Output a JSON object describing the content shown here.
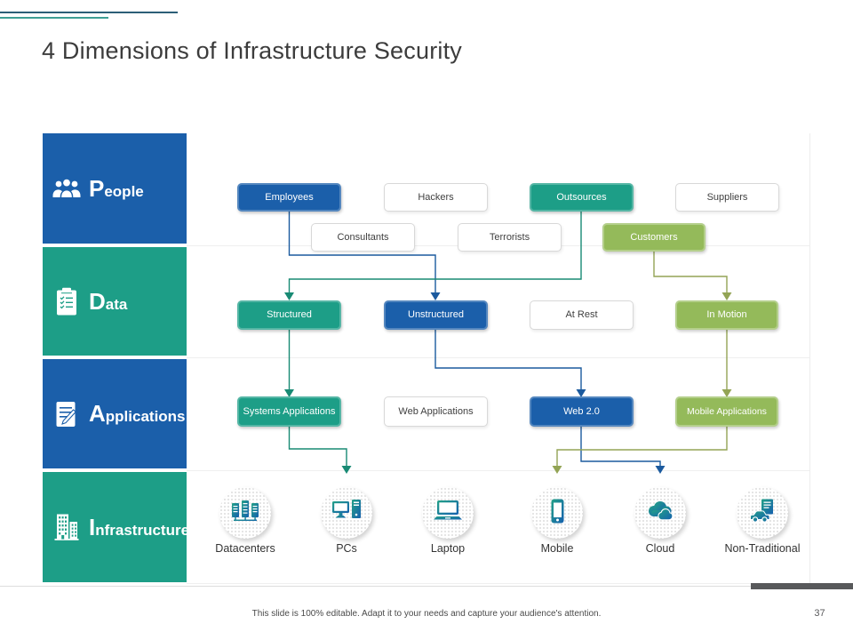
{
  "title": "4 Dimensions of Infrastructure Security",
  "footer": {
    "note": "This slide is 100% editable. Adapt it to your needs and capture your audience's attention.",
    "page_number": "37"
  },
  "colors": {
    "blue": "#1B5FAA",
    "teal": "#1D9E87",
    "olive": "#94BA5A",
    "white_box_border": "#D8D8D8",
    "connector_blue": "#1B5A9E",
    "connector_teal": "#188A74",
    "connector_olive": "#93A455",
    "icon_gradient_start": "#23A187",
    "icon_gradient_end": "#1560AE",
    "text_dark": "#404040"
  },
  "sidebar": {
    "rows": [
      {
        "label": "People",
        "initial": "P",
        "rest": "eople",
        "icon": "people-group-icon",
        "color": "blue"
      },
      {
        "label": "Data",
        "initial": "D",
        "rest": "ata",
        "icon": "clipboard-icon",
        "color": "teal"
      },
      {
        "label": "Applications",
        "initial": "A",
        "rest": "pplications",
        "icon": "document-edit-icon",
        "color": "blue"
      },
      {
        "label": "Infrastructure",
        "initial": "I",
        "rest": "nfrastructure",
        "icon": "building-icon",
        "color": "teal"
      }
    ]
  },
  "people": {
    "boxes": [
      {
        "label": "Employees",
        "variant": "blue"
      },
      {
        "label": "Hackers",
        "variant": "white"
      },
      {
        "label": "Outsources",
        "variant": "teal"
      },
      {
        "label": "Suppliers",
        "variant": "white"
      },
      {
        "label": "Consultants",
        "variant": "white"
      },
      {
        "label": "Terrorists",
        "variant": "white"
      },
      {
        "label": "Customers",
        "variant": "olive"
      }
    ]
  },
  "data": {
    "boxes": [
      {
        "label": "Structured",
        "variant": "teal"
      },
      {
        "label": "Unstructured",
        "variant": "blue"
      },
      {
        "label": "At Rest",
        "variant": "white"
      },
      {
        "label": "In Motion",
        "variant": "olive"
      }
    ]
  },
  "applications": {
    "boxes": [
      {
        "label": "Systems Applications",
        "variant": "teal"
      },
      {
        "label": "Web Applications",
        "variant": "white"
      },
      {
        "label": "Web 2.0",
        "variant": "blue"
      },
      {
        "label": "Mobile Applications",
        "variant": "olive"
      }
    ]
  },
  "infrastructure": {
    "items": [
      {
        "label": "Datacenters",
        "icon": "datacenters-icon"
      },
      {
        "label": "PCs",
        "icon": "pcs-icon"
      },
      {
        "label": "Laptop",
        "icon": "laptop-icon"
      },
      {
        "label": "Mobile",
        "icon": "mobile-icon"
      },
      {
        "label": "Cloud",
        "icon": "cloud-icon"
      },
      {
        "label": "Non-Traditional",
        "icon": "non-traditional-icon"
      }
    ]
  },
  "connections": [
    {
      "from": "Employees",
      "to": "Unstructured",
      "color": "blue"
    },
    {
      "from": "Outsources",
      "to": "Structured",
      "color": "teal"
    },
    {
      "from": "Customers",
      "to": "In Motion",
      "color": "olive"
    },
    {
      "from": "Structured",
      "to": "Systems Applications",
      "color": "teal"
    },
    {
      "from": "Unstructured",
      "to": "Web 2.0",
      "color": "blue"
    },
    {
      "from": "In Motion",
      "to": "Mobile Applications",
      "color": "olive"
    },
    {
      "from": "Systems Applications",
      "to": "PCs",
      "color": "teal"
    },
    {
      "from": "Web 2.0",
      "to": "Cloud",
      "color": "blue"
    },
    {
      "from": "Mobile Applications",
      "to": "Mobile",
      "color": "olive"
    }
  ]
}
